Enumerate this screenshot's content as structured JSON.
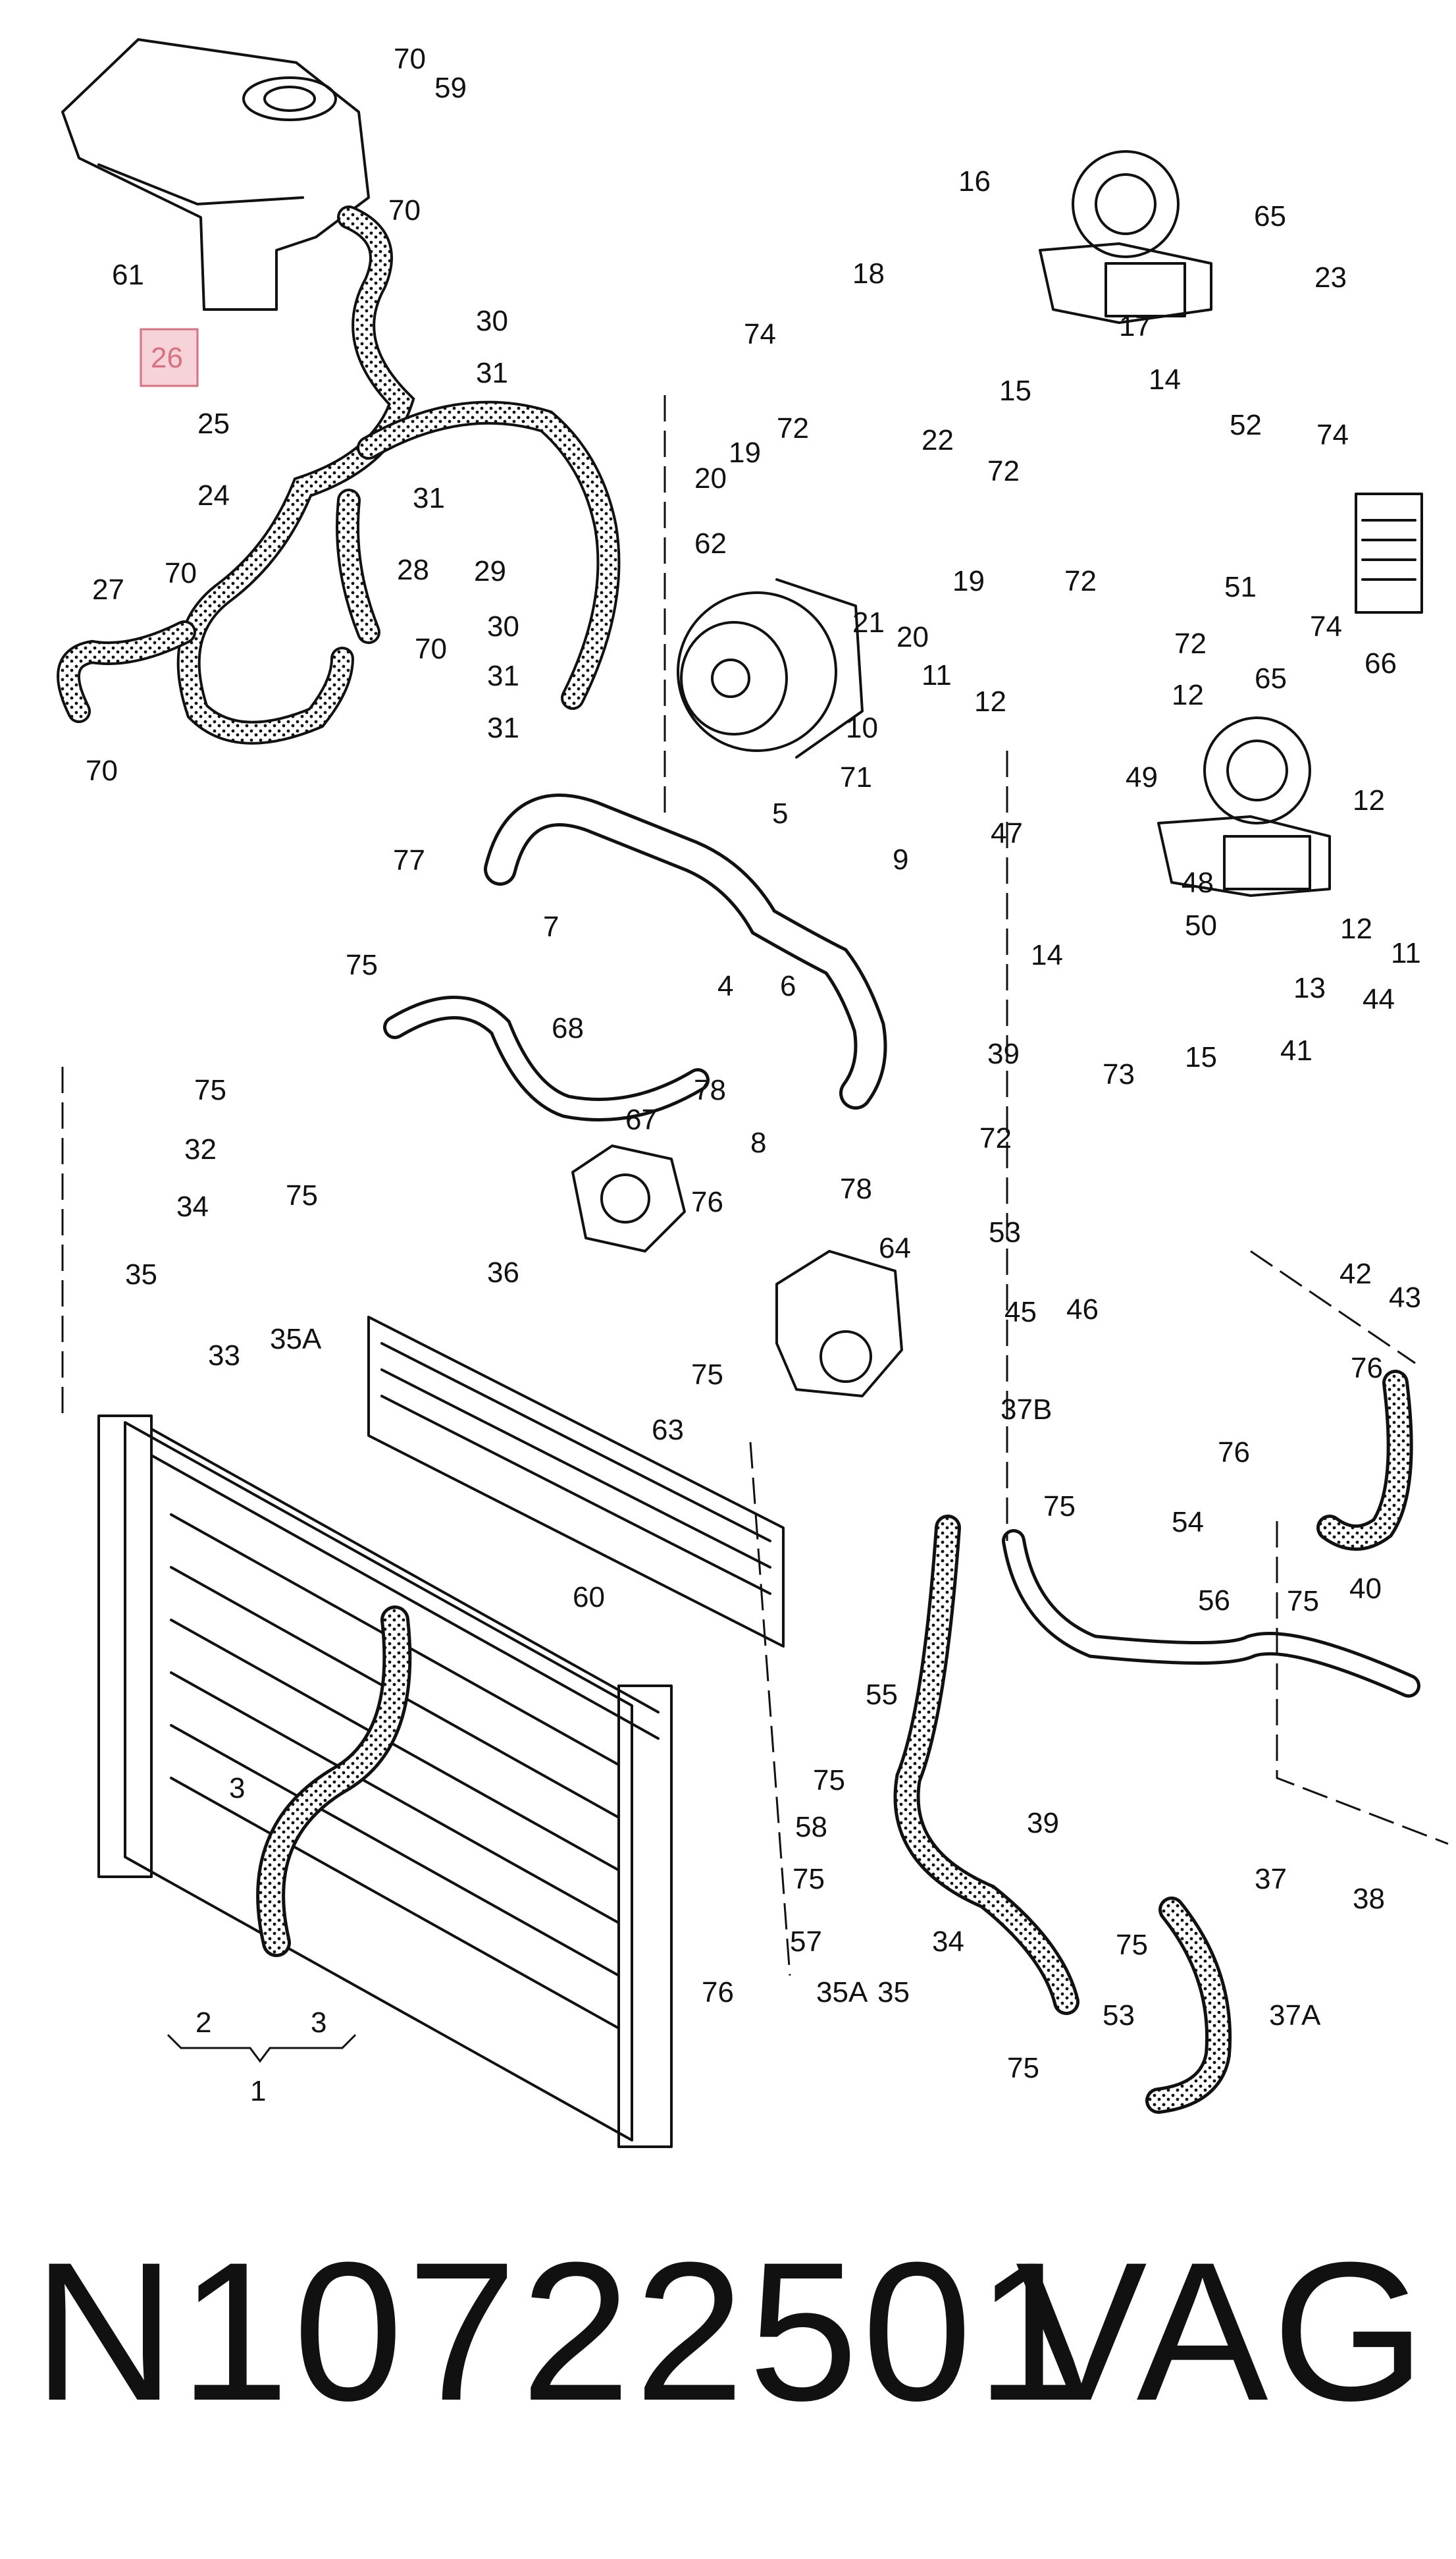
{
  "diagram": {
    "highlighted_label": "26",
    "labels": [
      {
        "id": "l70a",
        "text": "70"
      },
      {
        "id": "l59",
        "text": "59"
      },
      {
        "id": "l70b",
        "text": "70"
      },
      {
        "id": "l61",
        "text": "61"
      },
      {
        "id": "l30a",
        "text": "30"
      },
      {
        "id": "l31a",
        "text": "31"
      },
      {
        "id": "l25",
        "text": "25"
      },
      {
        "id": "l24",
        "text": "24"
      },
      {
        "id": "l31b",
        "text": "31"
      },
      {
        "id": "l28",
        "text": "28"
      },
      {
        "id": "l29",
        "text": "29"
      },
      {
        "id": "l27",
        "text": "27"
      },
      {
        "id": "l70c",
        "text": "70"
      },
      {
        "id": "l70d",
        "text": "70"
      },
      {
        "id": "l70e",
        "text": "70"
      },
      {
        "id": "l30b",
        "text": "30"
      },
      {
        "id": "l31c",
        "text": "31"
      },
      {
        "id": "l31d",
        "text": "31"
      },
      {
        "id": "l16",
        "text": "16"
      },
      {
        "id": "l65a",
        "text": "65"
      },
      {
        "id": "l23",
        "text": "23"
      },
      {
        "id": "l18",
        "text": "18"
      },
      {
        "id": "l17",
        "text": "17"
      },
      {
        "id": "l74a",
        "text": "74"
      },
      {
        "id": "l15a",
        "text": "15"
      },
      {
        "id": "l14a",
        "text": "14"
      },
      {
        "id": "l72a",
        "text": "72"
      },
      {
        "id": "l22",
        "text": "22"
      },
      {
        "id": "l19a",
        "text": "19"
      },
      {
        "id": "l20a",
        "text": "20"
      },
      {
        "id": "l52",
        "text": "52"
      },
      {
        "id": "l74b",
        "text": "74"
      },
      {
        "id": "l72b",
        "text": "72"
      },
      {
        "id": "l62",
        "text": "62"
      },
      {
        "id": "l21",
        "text": "21"
      },
      {
        "id": "l20b",
        "text": "20"
      },
      {
        "id": "l19b",
        "text": "19"
      },
      {
        "id": "l72c",
        "text": "72"
      },
      {
        "id": "l51",
        "text": "51"
      },
      {
        "id": "l74c",
        "text": "74"
      },
      {
        "id": "l66",
        "text": "66"
      },
      {
        "id": "l72d",
        "text": "72"
      },
      {
        "id": "l11a",
        "text": "11"
      },
      {
        "id": "l12a",
        "text": "12"
      },
      {
        "id": "l65b",
        "text": "65"
      },
      {
        "id": "l12b",
        "text": "12"
      },
      {
        "id": "l10",
        "text": "10"
      },
      {
        "id": "l71",
        "text": "71"
      },
      {
        "id": "l49",
        "text": "49"
      },
      {
        "id": "l12c",
        "text": "12"
      },
      {
        "id": "l5",
        "text": "5"
      },
      {
        "id": "l9",
        "text": "9"
      },
      {
        "id": "l47",
        "text": "47"
      },
      {
        "id": "l48",
        "text": "48"
      },
      {
        "id": "l12d",
        "text": "12"
      },
      {
        "id": "l11b",
        "text": "11"
      },
      {
        "id": "l77",
        "text": "77"
      },
      {
        "id": "l7",
        "text": "7"
      },
      {
        "id": "l4",
        "text": "4"
      },
      {
        "id": "l50",
        "text": "50"
      },
      {
        "id": "l13",
        "text": "13"
      },
      {
        "id": "l75a",
        "text": "75"
      },
      {
        "id": "l14b",
        "text": "14"
      },
      {
        "id": "l44",
        "text": "44"
      },
      {
        "id": "l6",
        "text": "6"
      },
      {
        "id": "l68",
        "text": "68"
      },
      {
        "id": "l39a",
        "text": "39"
      },
      {
        "id": "l15b",
        "text": "15"
      },
      {
        "id": "l41",
        "text": "41"
      },
      {
        "id": "l73",
        "text": "73"
      },
      {
        "id": "l75b",
        "text": "75"
      },
      {
        "id": "l78a",
        "text": "78"
      },
      {
        "id": "l72e",
        "text": "72"
      },
      {
        "id": "l32",
        "text": "32"
      },
      {
        "id": "l67",
        "text": "67"
      },
      {
        "id": "l8",
        "text": "8"
      },
      {
        "id": "l34a",
        "text": "34"
      },
      {
        "id": "l75c",
        "text": "75"
      },
      {
        "id": "l76a",
        "text": "76"
      },
      {
        "id": "l78b",
        "text": "78"
      },
      {
        "id": "l53a",
        "text": "53"
      },
      {
        "id": "l42",
        "text": "42"
      },
      {
        "id": "l43",
        "text": "43"
      },
      {
        "id": "l35a",
        "text": "35"
      },
      {
        "id": "l36",
        "text": "36"
      },
      {
        "id": "l64",
        "text": "64"
      },
      {
        "id": "l45",
        "text": "45"
      },
      {
        "id": "l46",
        "text": "46"
      },
      {
        "id": "l33",
        "text": "33"
      },
      {
        "id": "l35A-a",
        "text": "35A"
      },
      {
        "id": "l75d",
        "text": "75"
      },
      {
        "id": "l37B",
        "text": "37B"
      },
      {
        "id": "l76b",
        "text": "76"
      },
      {
        "id": "l76c",
        "text": "76"
      },
      {
        "id": "l63",
        "text": "63"
      },
      {
        "id": "l75e",
        "text": "75"
      },
      {
        "id": "l54",
        "text": "54"
      },
      {
        "id": "l56",
        "text": "56"
      },
      {
        "id": "l75f",
        "text": "75"
      },
      {
        "id": "l40",
        "text": "40"
      },
      {
        "id": "l60",
        "text": "60"
      },
      {
        "id": "l55",
        "text": "55"
      },
      {
        "id": "l75g",
        "text": "75"
      },
      {
        "id": "l58",
        "text": "58"
      },
      {
        "id": "l39b",
        "text": "39"
      },
      {
        "id": "l37",
        "text": "37"
      },
      {
        "id": "l38",
        "text": "38"
      },
      {
        "id": "l3a",
        "text": "3"
      },
      {
        "id": "l75h",
        "text": "75"
      },
      {
        "id": "l57",
        "text": "57"
      },
      {
        "id": "l34b",
        "text": "34"
      },
      {
        "id": "l75i",
        "text": "75"
      },
      {
        "id": "l35A-b",
        "text": "35A"
      },
      {
        "id": "l35b",
        "text": "35"
      },
      {
        "id": "l76d",
        "text": "76"
      },
      {
        "id": "l53b",
        "text": "53"
      },
      {
        "id": "l37A",
        "text": "37A"
      },
      {
        "id": "l75j",
        "text": "75"
      },
      {
        "id": "l2",
        "text": "2"
      },
      {
        "id": "l3b",
        "text": "3"
      },
      {
        "id": "l1",
        "text": "1"
      }
    ]
  },
  "footer": {
    "part_number": "N10722501",
    "brand": "VAG"
  }
}
